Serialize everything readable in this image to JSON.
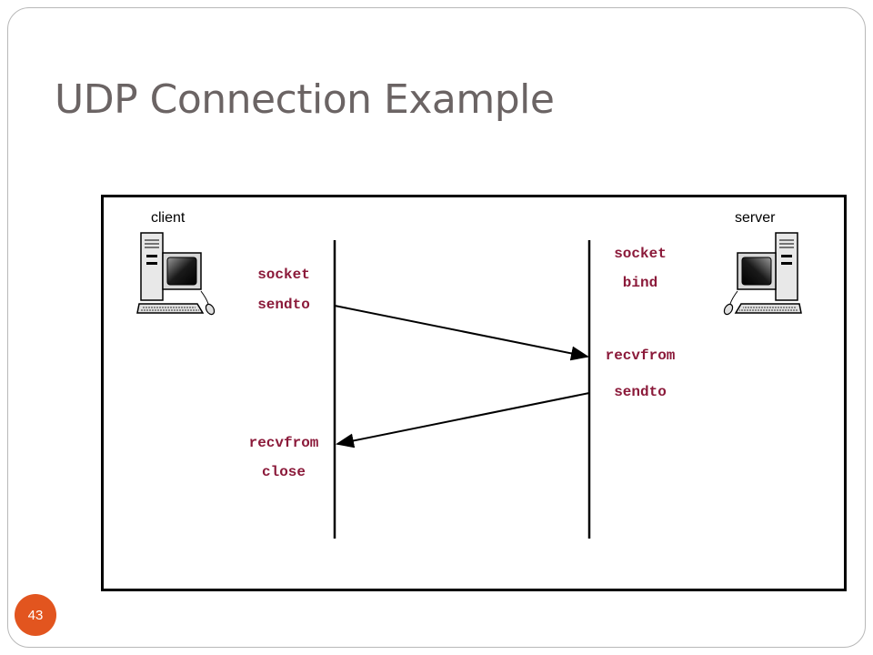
{
  "slide": {
    "title": "UDP Connection Example",
    "page_number": "43"
  },
  "diagram": {
    "client": {
      "label": "client",
      "icon": "desktop-computer-icon",
      "calls": [
        "socket",
        "sendto",
        "recvfrom",
        "close"
      ]
    },
    "server": {
      "label": "server",
      "icon": "desktop-computer-icon",
      "calls": [
        "socket",
        "bind",
        "recvfrom",
        "sendto"
      ]
    },
    "messages": [
      {
        "from": "client",
        "to": "server"
      },
      {
        "from": "server",
        "to": "client"
      }
    ]
  },
  "colors": {
    "title": "#6b6464",
    "call_text": "#8b1a3a",
    "badge": "#e2551f"
  }
}
